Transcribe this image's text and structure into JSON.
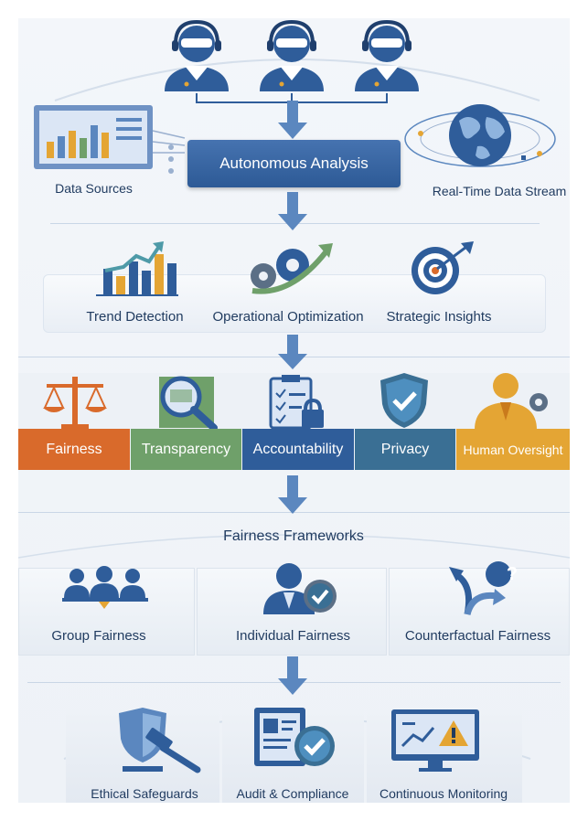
{
  "top": {
    "center_box": "Autonomous Analysis",
    "left_label": "Data Sources",
    "right_label": "Real-Time Data Stream"
  },
  "row1": {
    "items": [
      "Trend Detection",
      "Operational Optimization",
      "Strategic Insights"
    ]
  },
  "pillars": [
    {
      "label": "Fairness",
      "color": "#d96a2b"
    },
    {
      "label": "Transparency",
      "color": "#6fa06a"
    },
    {
      "label": "Accountability",
      "color": "#2f5d9a"
    },
    {
      "label": "Privacy",
      "color": "#3a6f94"
    },
    {
      "label": "Human Oversight",
      "color": "#e4a534"
    }
  ],
  "frameworks": {
    "title": "Fairness Frameworks",
    "items": [
      "Group Fairness",
      "Individual Fairness",
      "Counterfactual Fairness"
    ]
  },
  "bottom": {
    "items": [
      "Ethical Safeguards",
      "Audit & Compliance",
      "Continuous Monitoring"
    ]
  },
  "icons": [
    "operator-headset-icon",
    "dashboard-monitor-icon",
    "globe-icon",
    "trend-chart-icon",
    "gears-arrow-icon",
    "target-icon",
    "scales-icon",
    "magnifier-icon",
    "clipboard-lock-icon",
    "shield-check-icon",
    "person-gear-icon",
    "group-balance-icon",
    "person-check-icon",
    "question-arrows-icon",
    "shield-gavel-icon",
    "document-check-icon",
    "monitor-warning-icon"
  ]
}
